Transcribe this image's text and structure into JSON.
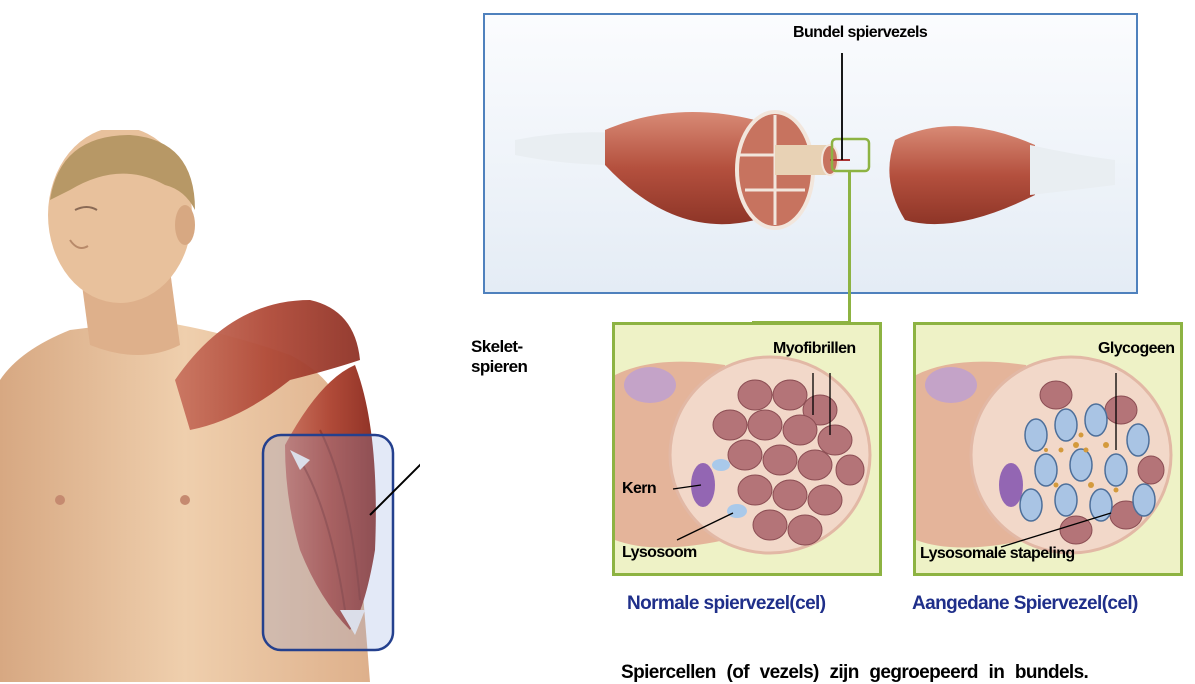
{
  "labels": {
    "bundle": "Bundel spiervezels",
    "skeletal_line1": "Skelet-",
    "skeletal_line2": "spieren",
    "myofibrils": "Myofibrillen",
    "nucleus": "Kern",
    "lysosome": "Lysosoom",
    "glycogen": "Glycogeen",
    "lysosomal_storage": "Lysosomale stapeling"
  },
  "captions": {
    "normal": "Normale spiervezel(cel)",
    "affected": "Aangedane Spiervezel(cel)"
  },
  "bottom_text": "Spiercellen (of vezels) zijn gegroepeerd in bundels.",
  "colors": {
    "caption": "#1f2f8a",
    "panel_border": "#4f81bd",
    "inset_border": "#8db342",
    "inset_bg": "#eef2c6",
    "muscle": "#b0483a",
    "skin": "#e9c3a0"
  }
}
